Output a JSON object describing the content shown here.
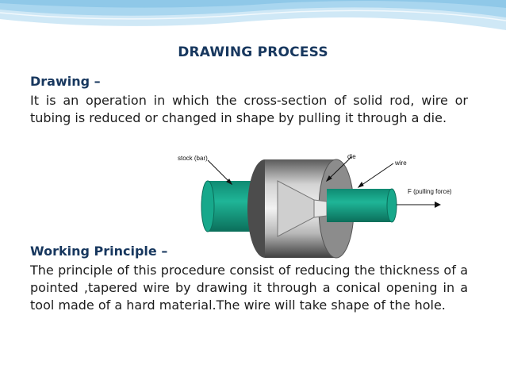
{
  "slide": {
    "title": "DRAWING PROCESS",
    "section1": {
      "heading": "Drawing –",
      "text": "It is an operation in which the cross-section of solid rod, wire or tubing is reduced or changed in shape by pulling it through a die."
    },
    "section2": {
      "heading": "Working Principle –",
      "text": "The principle of this procedure consist of reducing the thickness of a pointed ,tapered wire by drawing it through a conical opening in a tool made of a hard material.The wire will take shape of the hole."
    }
  },
  "diagram": {
    "labels": {
      "stock": "stock (bar)",
      "die": "die",
      "wire": "wire",
      "force": "F (pulling force)"
    }
  },
  "colors": {
    "title": "#17375e",
    "wave": "#8fc8e8",
    "stock": "#13a085",
    "die": "#9a9a9a"
  }
}
